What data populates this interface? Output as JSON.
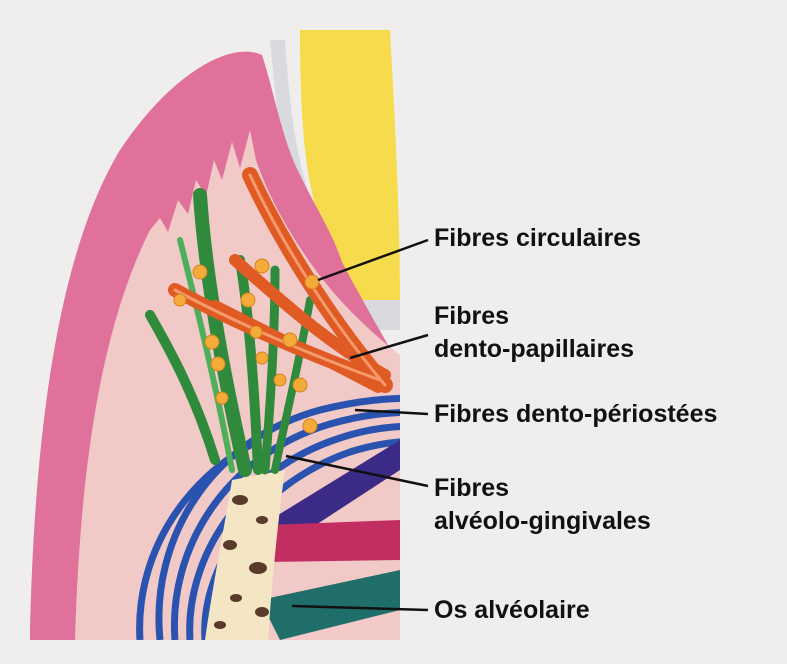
{
  "labels": {
    "circular": "Fibres circulaires",
    "dento_papillary": [
      "Fibres",
      "dento-papillaires"
    ],
    "dento_periosteal": "Fibres dento-périostées",
    "alveolo_gingival": [
      "Fibres",
      "alvéolo-gingivales"
    ],
    "alveolar_bone": "Os alvéolaire"
  },
  "colors": {
    "gingiva": "#e0719a",
    "connective_tissue": "#f1c9c6",
    "enamel": "#f6dc4c",
    "circular_fibers": "#e05a24",
    "alveolo_gingival_fibers": "#2f8a3c",
    "dento_periosteal_fibers": "#2a53b0",
    "bone": "#f4e6c4"
  }
}
